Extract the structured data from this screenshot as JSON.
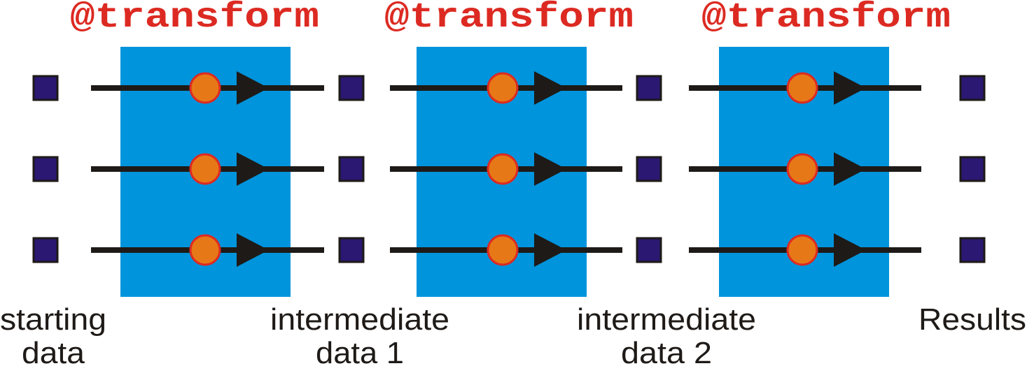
{
  "colors": {
    "title": "#dc2a22",
    "box": "#0094dc",
    "square_fill": "#2a1872",
    "square_stroke": "#1e1a17",
    "line": "#1e1a17",
    "circle_fill": "#e77817",
    "circle_stroke": "#dc2a22"
  },
  "stages": [
    {
      "title": "@transform"
    },
    {
      "title": "@transform"
    },
    {
      "title": "@transform"
    }
  ],
  "data_labels": [
    {
      "line1": "starting",
      "line2": "data"
    },
    {
      "line1": "intermediate",
      "line2": "data 1"
    },
    {
      "line1": "intermediate",
      "line2": "data 2"
    },
    {
      "line1": "Results",
      "line2": ""
    }
  ],
  "rows_per_stage": 3
}
